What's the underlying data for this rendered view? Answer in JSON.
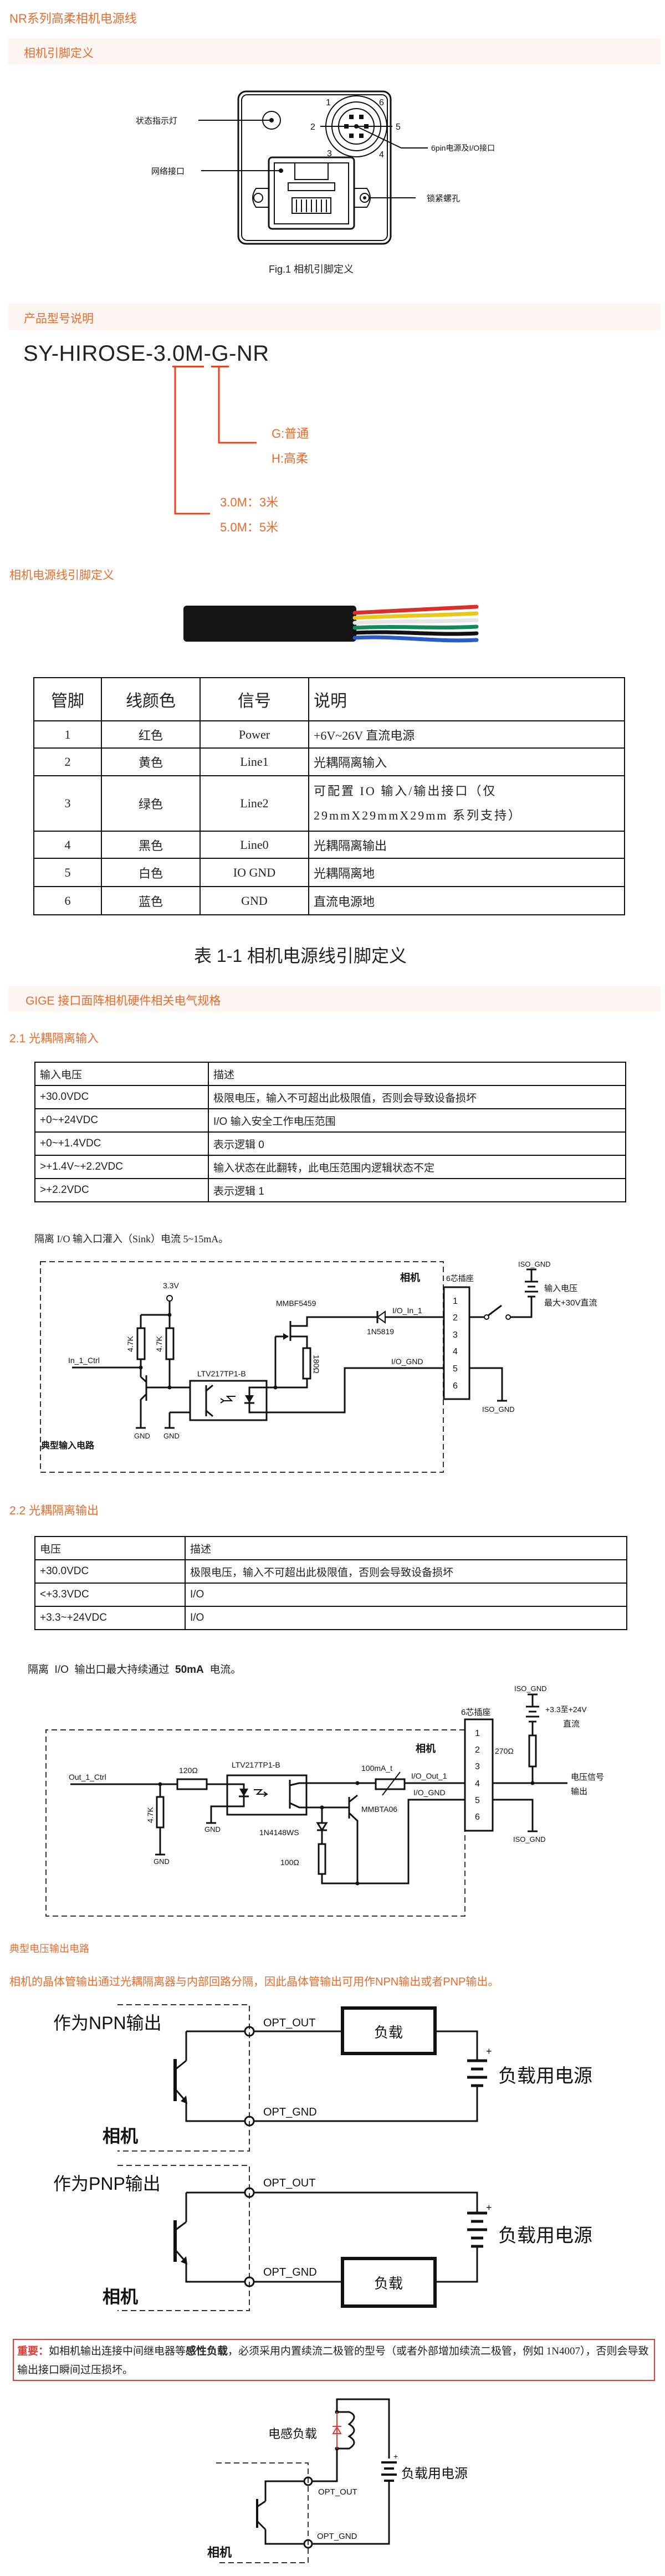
{
  "header": {
    "title": "NR系列高柔相机电源线"
  },
  "pin_def": {
    "title": "相机引脚定义",
    "labels": {
      "led": "状态指示灯",
      "io": "6pin电源及I/O接口",
      "network": "网络接口",
      "screw": "锁紧螺孔"
    },
    "pins": [
      "1",
      "2",
      "3",
      "4",
      "5",
      "6"
    ],
    "caption": "Fig.1  相机引脚定义"
  },
  "model": {
    "title": "产品型号说明",
    "code_parts": [
      "SY-HIROSE-3.",
      "0M",
      "-",
      "G",
      "-NR"
    ],
    "type_options": [
      "G:普通",
      "H:高柔"
    ],
    "length_options": [
      "3.0M：3米",
      "5.0M：5米"
    ]
  },
  "cable": {
    "title": "相机电源线引脚定义",
    "wire_colors": [
      "#d9302a",
      "#e8c81e",
      "#f0f0f0",
      "#138a5a",
      "#111111",
      "#2a5bc8"
    ]
  },
  "table1": {
    "headers": [
      "管脚",
      "线颜色",
      "信号",
      "说明"
    ],
    "rows": [
      [
        "1",
        "红色",
        "Power",
        "+6V~26V 直流电源"
      ],
      [
        "2",
        "黄色",
        "Line1",
        "光耦隔离输入"
      ],
      [
        "3",
        "绿色",
        "Line2",
        "可配置 IO 输入/输出接口（仅29mmX29mmX29mm 系列支持）"
      ],
      [
        "4",
        "黑色",
        "Line0",
        "光耦隔离输出"
      ],
      [
        "5",
        "白色",
        "IO GND",
        "光耦隔离地"
      ],
      [
        "6",
        "蓝色",
        "GND",
        "直流电源地"
      ]
    ],
    "caption": "表 1-1  相机电源线引脚定义"
  },
  "gige": {
    "title": "GIGE 接口面阵相机硬件相关电气规格"
  },
  "input": {
    "title": "2.1 光耦隔离输入",
    "headers": [
      "输入电压",
      "描述"
    ],
    "rows": [
      [
        "+30.0VDC",
        "极限电压，输入不可超出此极限值，否则会导致设备损坏"
      ],
      [
        "+0~+24VDC",
        "I/O 输入安全工作电压范围"
      ],
      [
        "+0~+1.4VDC",
        "表示逻辑 0"
      ],
      [
        ">+1.4V~+2.2VDC",
        "输入状态在此翻转，此电压范围内逻辑状态不定"
      ],
      [
        ">+2.2VDC",
        "表示逻辑 1"
      ]
    ],
    "note": "隔离 I/O 输入口灌入（Sink）电流 5~15mA。",
    "circuit": {
      "camera": "相机",
      "socket": "6芯插座",
      "iso_gnd": "ISO_GND",
      "vin": "输入电压",
      "vmax": "最大+30V直流",
      "v33": "3.3V",
      "jfet": "MMBF5459",
      "io_in": "I/O_In_1",
      "diode": "1N5819",
      "r180": "180Ω",
      "r47": "4.7K",
      "in_ctrl": "In_1_Ctrl",
      "opto": "LTV217TP1-B",
      "io_gnd": "I/O_GND",
      "gnd": "GND",
      "caption": "典型输入电路"
    }
  },
  "output": {
    "title": "2.2 光耦隔离输出",
    "headers": [
      "电压",
      "描述"
    ],
    "rows": [
      [
        "+30.0VDC",
        "极限电压，输入不可超出此极限值，否则会导致设备损坏"
      ],
      [
        "<+3.3VDC",
        "I/O"
      ],
      [
        "+3.3~+24VDC",
        "I/O"
      ]
    ],
    "note_parts": [
      "隔离  I/O  输出口最大持续通过  ",
      "50mA",
      "  电流。"
    ],
    "circuit": {
      "iso_gnd": "ISO_GND",
      "supply": "+3.3至+24V",
      "supply2": "直流",
      "socket": "6芯插座",
      "camera": "相机",
      "r270": "270Ω",
      "sig1": "电压信号",
      "sig2": "输出",
      "out_ctrl": "Out_1_Ctrl",
      "r120": "120Ω",
      "opto": "LTV217TP1-B",
      "fuse": "100mA_t",
      "io_out": "I/O_Out_1",
      "io_gnd": "I/O_GND",
      "trans": "MMBTA06",
      "diode": "1N4148WS",
      "r100": "100Ω",
      "r47": "4.7K",
      "gnd": "GND"
    }
  },
  "typical": {
    "title": "典型电压输出电路",
    "desc": "相机的晶体管输出通过光耦隔离器与内部回路分隔，因此晶体管输出可用作NPN输出或者PNP输出。",
    "npn": {
      "title": "作为NPN输出",
      "opt_out": "OPT_OUT",
      "opt_gnd": "OPT_GND",
      "load": "负载",
      "supply": "负载用电源",
      "plus": "+",
      "camera": "相机"
    },
    "pnp": {
      "title": "作为PNP输出",
      "opt_out": "OPT_OUT",
      "opt_gnd": "OPT_GND",
      "load": "负载",
      "supply": "负载用电源",
      "plus": "+",
      "camera": "相机"
    }
  },
  "warning": {
    "label": "重要：",
    "text_parts": [
      "如相机输出连接中间继电器等",
      "感性负载",
      "，必须采用内置续流二极管的型号（或者外部增加续流二极管，例如 1N4007），否则会导致输出接口瞬间过压损坏。"
    ]
  },
  "inductive": {
    "load": "电感负载",
    "supply": "负载用电源",
    "plus": "+",
    "opt_out": "OPT_OUT",
    "opt_gnd": "OPT_GND",
    "camera": "相机"
  },
  "colors": {
    "accent": "#ec6a2c",
    "bar_bg": "#fdf5f1",
    "warning": "#e53935"
  }
}
